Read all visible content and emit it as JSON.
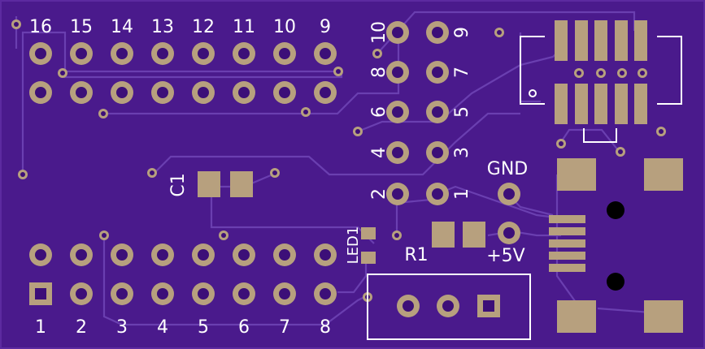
{
  "board": {
    "colors": {
      "substrate": "#4a1a8c",
      "trace": "#6a3fb0",
      "copper": "#b7a07e",
      "hole": "#3c0f78",
      "silkscreen": "#ffffff",
      "mount_hole": "#000000"
    }
  },
  "header_top_numbers": [
    "16",
    "15",
    "14",
    "13",
    "12",
    "11",
    "10",
    "9"
  ],
  "header_bottom_numbers": [
    "1",
    "2",
    "3",
    "4",
    "5",
    "6",
    "7",
    "8"
  ],
  "jumper_left_numbers": [
    "10",
    "8",
    "6",
    "4",
    "2"
  ],
  "jumper_right_numbers": [
    "9",
    "7",
    "5",
    "3",
    "1"
  ],
  "labels": {
    "c1": "C1",
    "led1": "LED1",
    "r1": "R1",
    "gnd": "GND",
    "vcc": "+5V"
  }
}
